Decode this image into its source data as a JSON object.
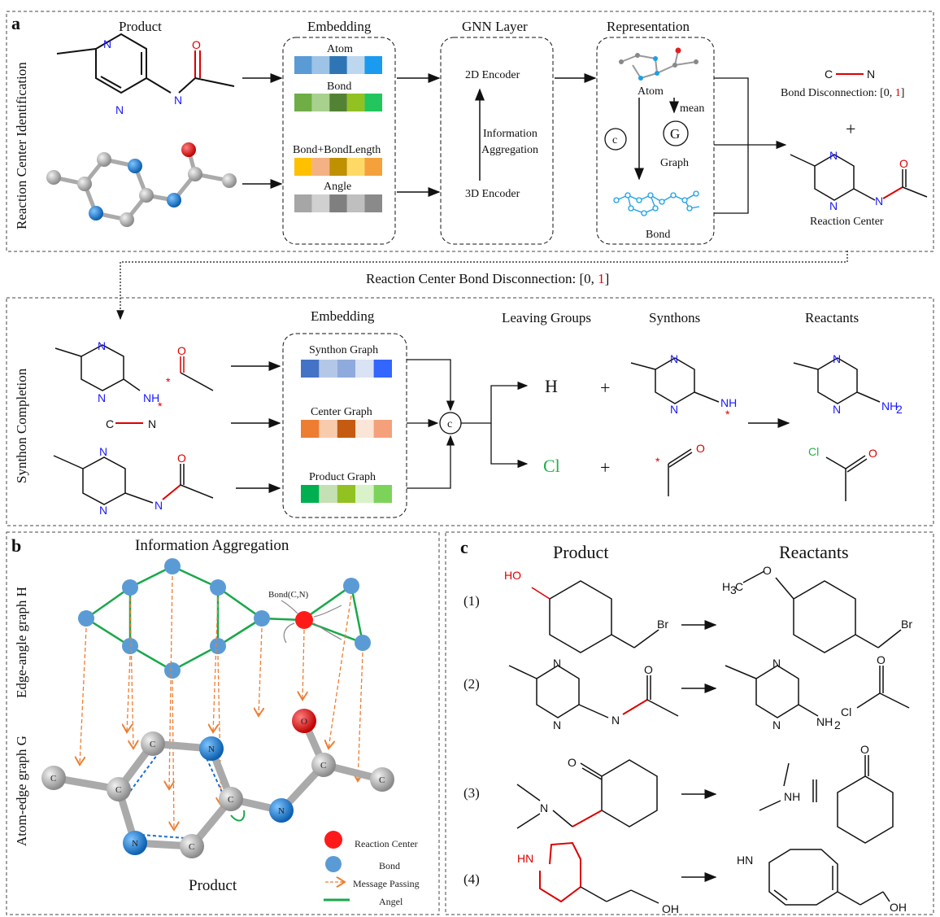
{
  "panel_a": {
    "letter": "a",
    "side_label": "Reaction Center Identification",
    "col_product": "Product",
    "col_embedding": "Embedding",
    "col_gnn": "GNN Layer",
    "col_repr": "Representation",
    "emb_atom": "Atom",
    "emb_bond": "Bond",
    "emb_bond_length": "Bond+BondLength",
    "emb_angle": "Angle",
    "enc_2d": "2D Encoder",
    "enc_3d": "3D Encoder",
    "info_agg_1": "Information",
    "info_agg_2": "Aggregation",
    "repr_atom": "Atom",
    "repr_mean": "mean",
    "repr_graph": "Graph",
    "repr_bond": "Bond",
    "concat": "c",
    "graph_symbol": "G",
    "bond_disconnection": "Bond Disconnection: [0, ",
    "bond_disconnection_val": "1",
    "bond_disconnection_end": "]",
    "plus": "+",
    "reaction_center": "Reaction Center",
    "bond_c": "C",
    "bond_n": "N"
  },
  "middle_label": {
    "prefix": "Reaction Center Bond Disconnection: [0, ",
    "value": "1",
    "suffix": "]"
  },
  "synthon": {
    "side_label": "Synthon Completion",
    "embedding": "Embedding",
    "synthon_graph": "Synthon Graph",
    "center_graph": "Center Graph",
    "product_graph": "Product Graph",
    "leaving_groups": "Leaving Groups",
    "synthons": "Synthons",
    "reactants": "Reactants",
    "lg_h": "H",
    "lg_cl": "Cl",
    "plus": "+",
    "concat": "c"
  },
  "panel_b": {
    "letter": "b",
    "title": "Information Aggregation",
    "edge_angle": "Edge-angle graph H",
    "atom_edge": "Atom-edge graph G",
    "bond_cn": "Bond(C,N)",
    "product": "Product",
    "legend": [
      "Reaction Center",
      "Bond",
      "Message Passing",
      "Angel"
    ]
  },
  "panel_c": {
    "letter": "c",
    "product": "Product",
    "reactants": "Reactants",
    "rows": [
      "(1)",
      "(2)",
      "(3)",
      "(4)"
    ]
  },
  "colors": {
    "atom_embed": [
      "#5b9bd5",
      "#9dc3e6",
      "#2e75b6",
      "#bdd7ee",
      "#1a9bef"
    ],
    "bond_embed": [
      "#70ad47",
      "#a9d18e",
      "#548235",
      "#92c122",
      "#22c55e"
    ],
    "bl_embed": [
      "#ffc000",
      "#f4b183",
      "#bf9000",
      "#ffd966",
      "#f4a13c"
    ],
    "angle_embed": [
      "#a6a6a6",
      "#d0d0d0",
      "#7f7f7f",
      "#bfbfbf",
      "#8a8a8a"
    ],
    "synthon_embed": [
      "#4472c4",
      "#b4c7e7",
      "#8faadc",
      "#dae3f3",
      "#3366ff"
    ],
    "center_embed": [
      "#ed7d31",
      "#f8cbad",
      "#c55a11",
      "#fbe5d6",
      "#f4a07a"
    ],
    "product_embed": [
      "#00b050",
      "#c5e0b4",
      "#92c122",
      "#d9f2c9",
      "#7cd35a"
    ],
    "reaction_center": "#ff0000",
    "bond_node": "#5b9bd5",
    "message": "#ed7d31",
    "angle": "#1aa84a"
  }
}
